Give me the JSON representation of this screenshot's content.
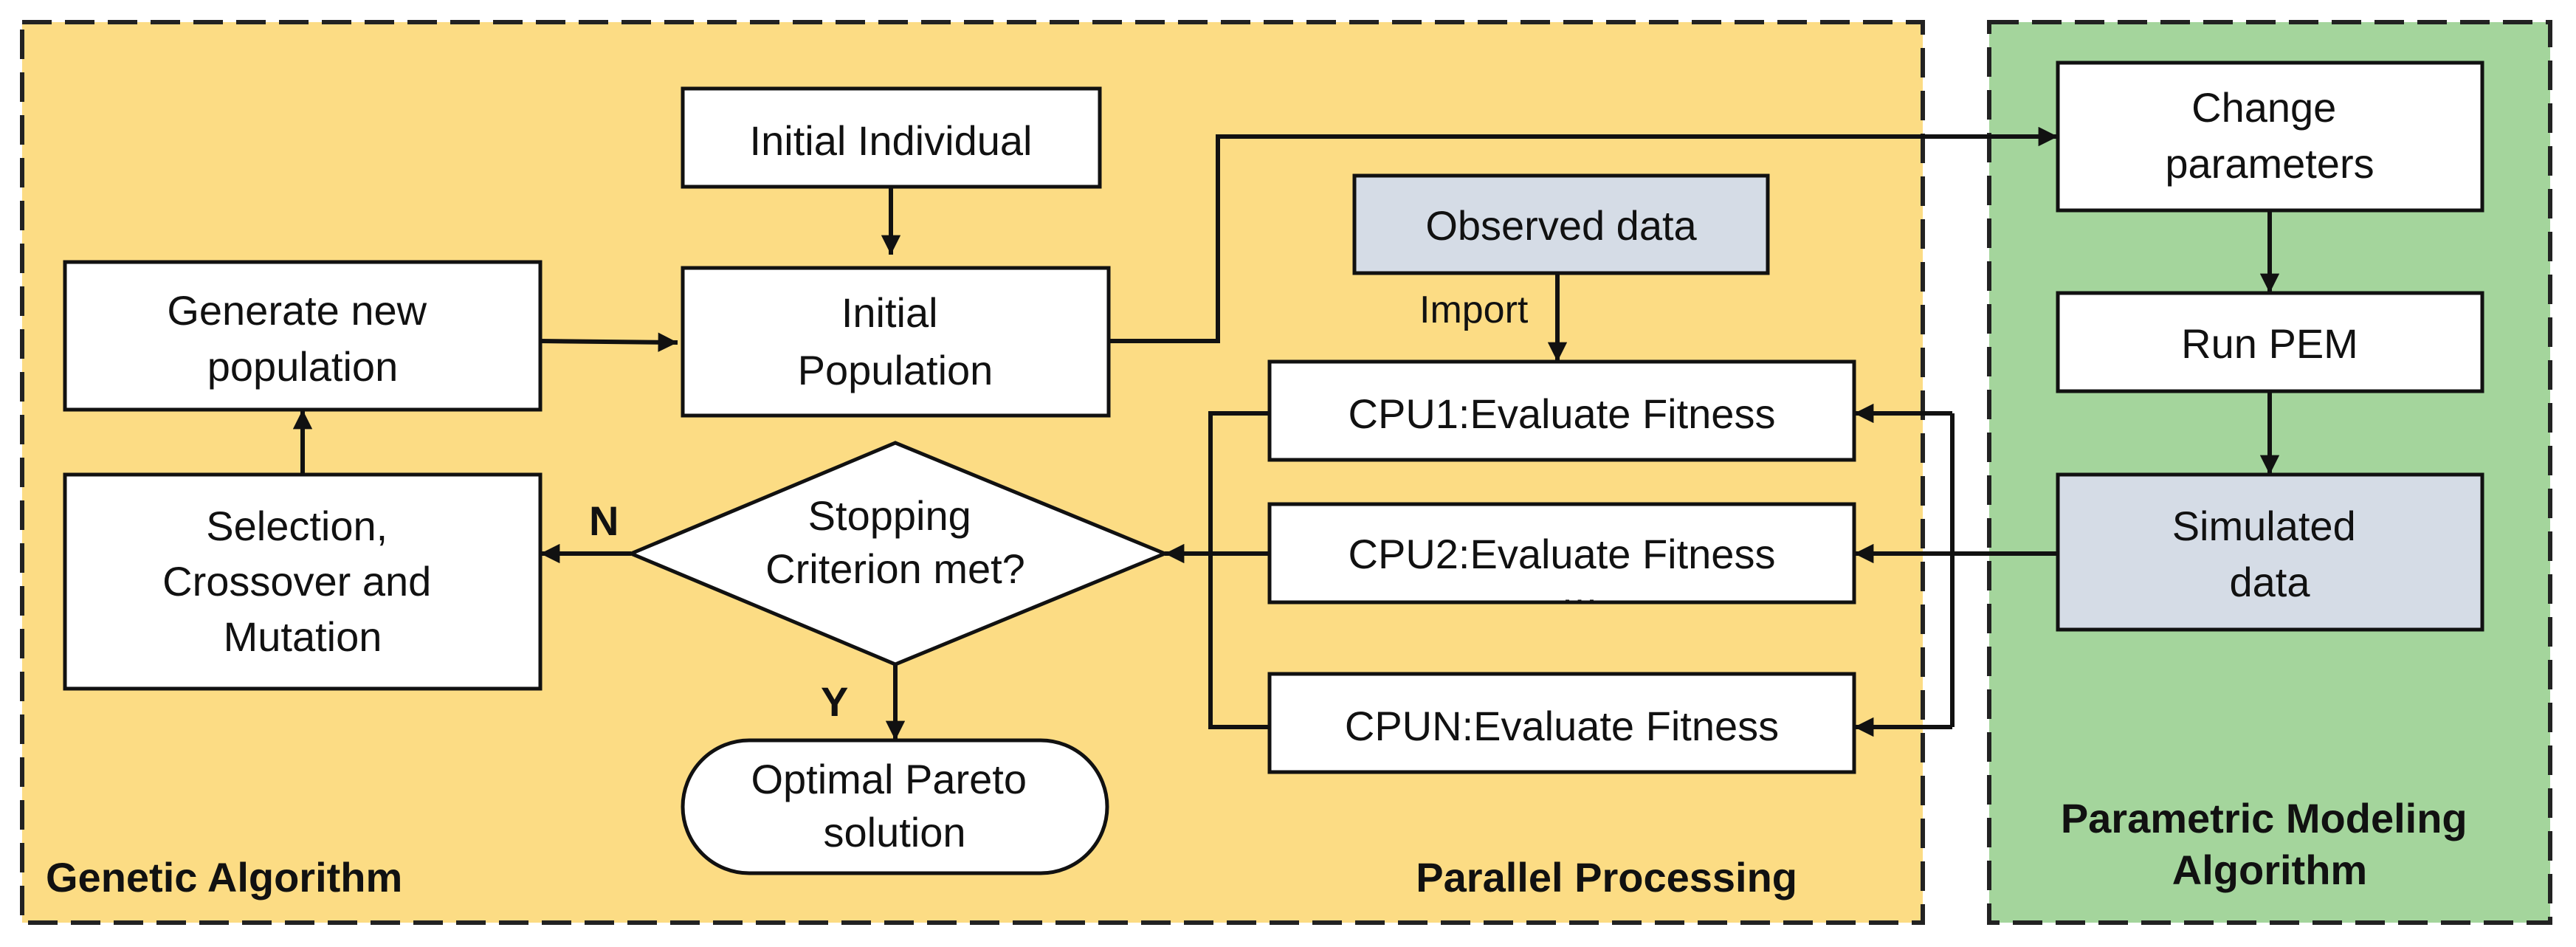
{
  "colors": {
    "genetic_region": "#fcdc84",
    "modeling_region": "#a4d59c",
    "data_box": "#d5dce6",
    "process_box": "#ffffff",
    "line": "#111111"
  },
  "regions": {
    "genetic": "Genetic Algorithm",
    "parallel": "Parallel Processing",
    "modeling": [
      "Parametric Modeling",
      "Algorithm"
    ]
  },
  "nodes": {
    "initial_individual": [
      "Initial Individual"
    ],
    "initial_population": [
      "Initial",
      "Population"
    ],
    "generate_new_population": [
      "Generate new",
      "population"
    ],
    "selection": [
      "Selection,",
      "Crossover and",
      "Mutation"
    ],
    "stopping": [
      "Stopping",
      "Criterion met?"
    ],
    "pareto": [
      "Optimal Pareto",
      "solution"
    ],
    "observed_data": [
      "Observed data"
    ],
    "cpu1": [
      "CPU1:Evaluate Fitness"
    ],
    "cpu2": [
      "CPU2:Evaluate Fitness"
    ],
    "cpun": [
      "CPUN:Evaluate Fitness"
    ],
    "change_parameters": [
      "Change",
      "parameters"
    ],
    "run_pem": [
      "Run PEM"
    ],
    "simulated_data": [
      "Simulated",
      "data"
    ]
  },
  "labels": {
    "import": "Import",
    "no": "N",
    "yes": "Y",
    "ellipsis": "…"
  }
}
